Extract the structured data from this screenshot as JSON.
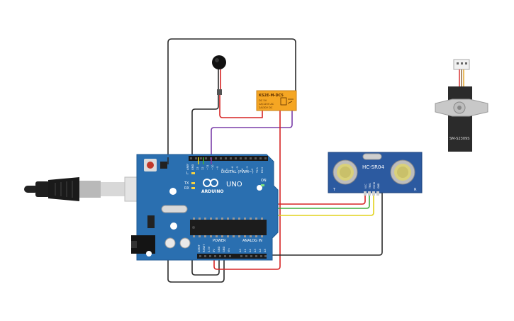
{
  "arduino": {
    "brand": "ARDUINO",
    "model": "UNO",
    "digital_header": "DIGITAL (PWM~)",
    "analog_header": "ANALOG IN",
    "power_header": "POWER",
    "label_tx": "TX",
    "label_rx": "RX",
    "label_on": "ON",
    "label_l": "L",
    "digital_pins": [
      "AREF",
      "GND",
      "13",
      "12",
      "~11",
      "~10",
      "~9",
      "8",
      "7",
      "~6",
      "~5",
      "4",
      "~3",
      "2",
      "TX 1",
      "RX 0"
    ],
    "power_pins": [
      "IOREF",
      "RESET",
      "3.3V",
      "5V",
      "GND",
      "GND",
      "Vin"
    ],
    "analog_pins": [
      "A0",
      "A1",
      "A2",
      "A3",
      "A4",
      "A5"
    ]
  },
  "relay": {
    "model": "KS2E-M-DC5",
    "spec_1": "DC 5V",
    "spec_2": "1A/125V AC",
    "spec_3": "2A/30V DC"
  },
  "ultrasonic": {
    "model": "HC-SR04",
    "pins": [
      "VCC",
      "TRIG",
      "ECHO",
      "GND"
    ],
    "left_mark": "T",
    "right_mark": "R"
  },
  "servo": {
    "model": "SM-S2309S"
  },
  "colors": {
    "board": "#2a6fb0",
    "wire_black": "#2b2b2b",
    "wire_red": "#d62424",
    "wire_purple": "#7a3ea8",
    "wire_green": "#3fae3a",
    "wire_yellow": "#e2d21c",
    "relay_body": "#f5a623",
    "sensor_board": "#2c5aa0"
  },
  "icons": {
    "usb_cable": "usb-cable-icon",
    "reset_button": "reset-button-icon",
    "buzzer": "vibration-motor-icon",
    "dc_jack": "dc-jack-icon"
  }
}
